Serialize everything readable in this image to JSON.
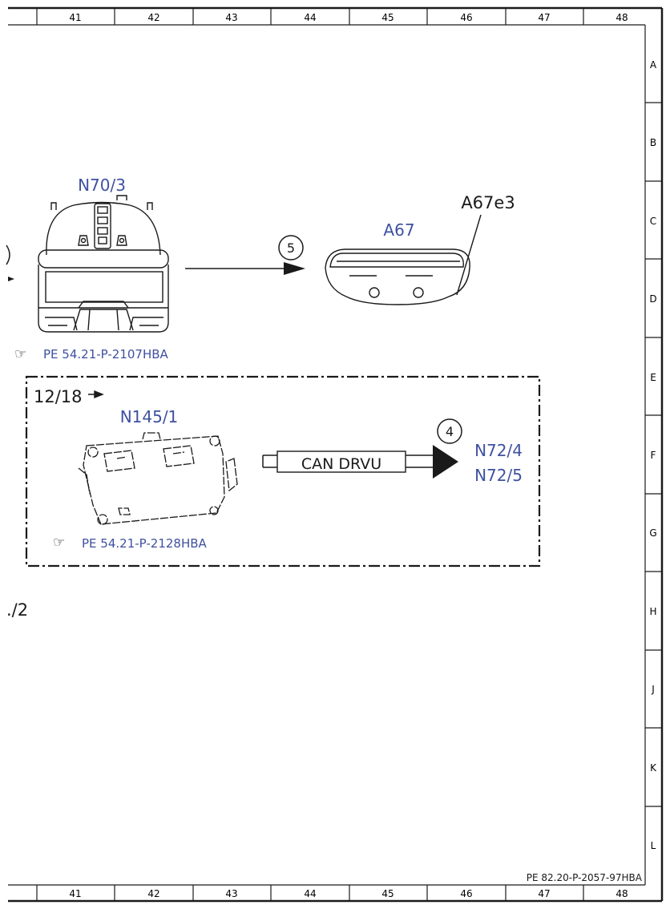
{
  "grid": {
    "columns": [
      "41",
      "42",
      "43",
      "44",
      "45",
      "46",
      "47",
      "48"
    ],
    "rows": [
      "A",
      "B",
      "C",
      "D",
      "E",
      "F",
      "G",
      "H",
      "J",
      "K",
      "L"
    ]
  },
  "components": {
    "n70_3": {
      "label": "N70/3",
      "ref": "PE 54.21-P-2107HBA"
    },
    "a67": {
      "label": "A67",
      "sub_label": "A67e3"
    },
    "n145_1": {
      "label": "N145/1",
      "ref": "PE 54.21-P-2128HBA"
    },
    "targets": [
      "N72/4",
      "N72/5"
    ]
  },
  "connections": {
    "conn5": {
      "number": "5"
    },
    "conn4": {
      "number": "4",
      "bus_label": "CAN DRVU"
    }
  },
  "margin_labels": {
    "sheet_ref_box": "12/18",
    "left_paren": ")",
    "page_ref_left": "./2"
  },
  "footer": {
    "doc_id": "PE 82.20-P-2057-97HBA"
  },
  "colors": {
    "component_label": "#3f51a0",
    "line": "#1a1a1a"
  }
}
